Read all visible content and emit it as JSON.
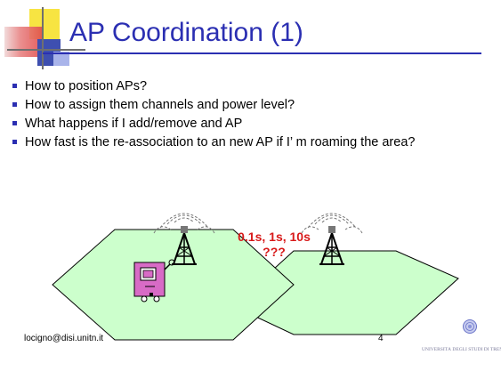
{
  "title": "AP Coordination (1)",
  "bullets": [
    "How to position APs?",
    "How to assign them channels and power level?",
    "What happens if I add/remove and AP",
    "How fast is the re-association to an new AP if I’ m roaming the area?"
  ],
  "diagram": {
    "delay_line1": "0.1s, 1s, 10s",
    "delay_line2": "???"
  },
  "footer": {
    "email": "locigno@disi.unitn.it",
    "page_number": "4",
    "university": "UNIVERSITÀ DEGLI STUDI DI TRENTO"
  },
  "colors": {
    "title": "#2b2fb2",
    "cell_fill": "#ccffcc",
    "delay_text": "#d81a1a"
  }
}
